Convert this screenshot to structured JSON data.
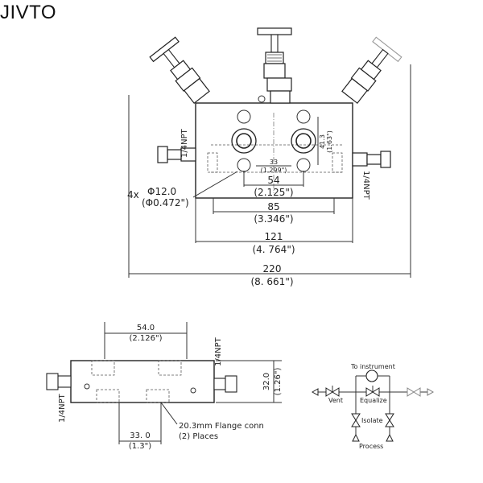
{
  "brand": "JIVTO",
  "top_view": {
    "dims": {
      "d33": "33",
      "d33_in": "(1.299\")",
      "d41": "41.3",
      "d41_in": "(1.63\")",
      "d54": "54",
      "d54_in": "(2.125\")",
      "d85": "85",
      "d85_in": "(3.346\")",
      "d121": "121",
      "d121_in": "(4. 764\")",
      "d220": "220",
      "d220_in": "(8. 661\")",
      "hole_count": "4x",
      "hole_dia": "Φ12.0",
      "hole_dia_in": "(Φ0.472\")"
    },
    "port_left": "1/4NPT",
    "port_right": "1/4NPT"
  },
  "side_view": {
    "dims": {
      "d54": "54.0",
      "d54_in": "(2.126\")",
      "d32": "32.0",
      "d32_in": "(1.26\")",
      "d33": "33. 0",
      "d33_in": "(1.3\")"
    },
    "port_left": "1/4NPT",
    "port_top": "1/4NPT",
    "flange_note": "20.3mm Flange conn",
    "flange_places": "(2) Places"
  },
  "schematic": {
    "to_instrument": "To instrument",
    "vent": "Vent",
    "equalize": "Equalize",
    "isolate": "Isolate",
    "process": "Process"
  }
}
